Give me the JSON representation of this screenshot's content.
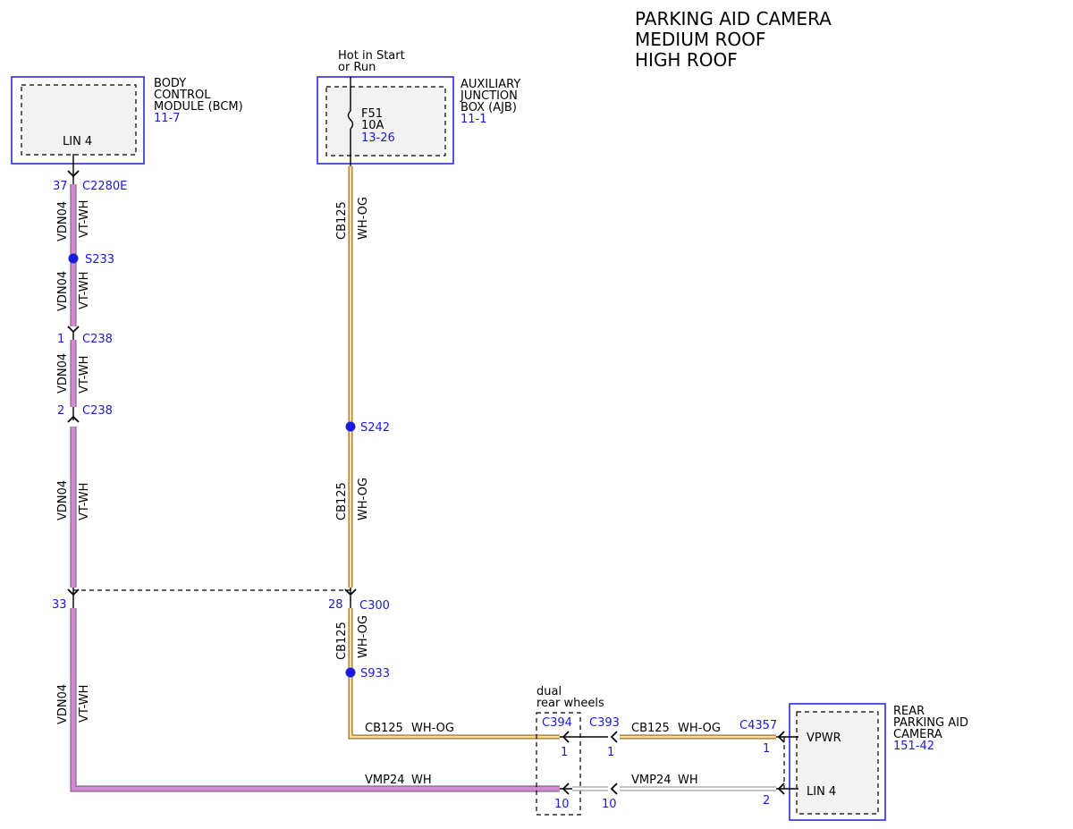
{
  "title": {
    "line1": "PARKING AID CAMERA",
    "line2": "MEDIUM ROOF",
    "line3": "HIGH ROOF"
  },
  "bcm": {
    "line1": "BODY",
    "line2": "CONTROL",
    "line3": "MODULE (BCM)",
    "ref": "11-7",
    "pin_label": "LIN 4"
  },
  "ajb": {
    "line1": "AUXILIARY",
    "line2": "JUNCTION",
    "line3": "BOX (AJB)",
    "ref": "11-1",
    "fuse": "F51",
    "rating": "10A",
    "fuse_ref": "13-26"
  },
  "power_note": {
    "line1": "Hot in Start",
    "line2": "or Run"
  },
  "camera": {
    "line1": "REAR",
    "line2": "PARKING AID",
    "line3": "CAMERA",
    "ref": "151-42",
    "pin1_label": "VPWR",
    "pin2_label": "LIN 4"
  },
  "connectors": {
    "c2280e": {
      "name": "C2280E",
      "pin": "37"
    },
    "c238_top": {
      "name": "C238",
      "pin": "1"
    },
    "c238_bot": {
      "name": "C238",
      "pin": "2"
    },
    "c300": {
      "name": "C300",
      "pin_vdn": "33",
      "pin_cb": "28"
    },
    "c394": {
      "name": "C394",
      "pin1": "1",
      "pin2": "10"
    },
    "c393": {
      "name": "C393",
      "pin1": "1",
      "pin2": "10"
    },
    "c4357": {
      "name": "C4357",
      "pin1": "1",
      "pin2": "2"
    }
  },
  "splices": {
    "s233": "S233",
    "s242": "S242",
    "s933": "S933"
  },
  "option_note": {
    "line1": "dual",
    "line2": "rear wheels"
  },
  "wires": {
    "vdn04": {
      "circuit": "VDN04",
      "color": "VT-WH",
      "hex": "#d48ad4"
    },
    "cb125": {
      "circuit": "CB125",
      "color": "WH-OG",
      "hex": "#f0b84a"
    },
    "vmp24": {
      "circuit": "VMP24",
      "color": "WH",
      "hex": "#ffffff"
    }
  },
  "colors": {
    "connector_text": "#1a1adc",
    "box_border": "#2b2bd6",
    "splice": "#1a1adc"
  }
}
